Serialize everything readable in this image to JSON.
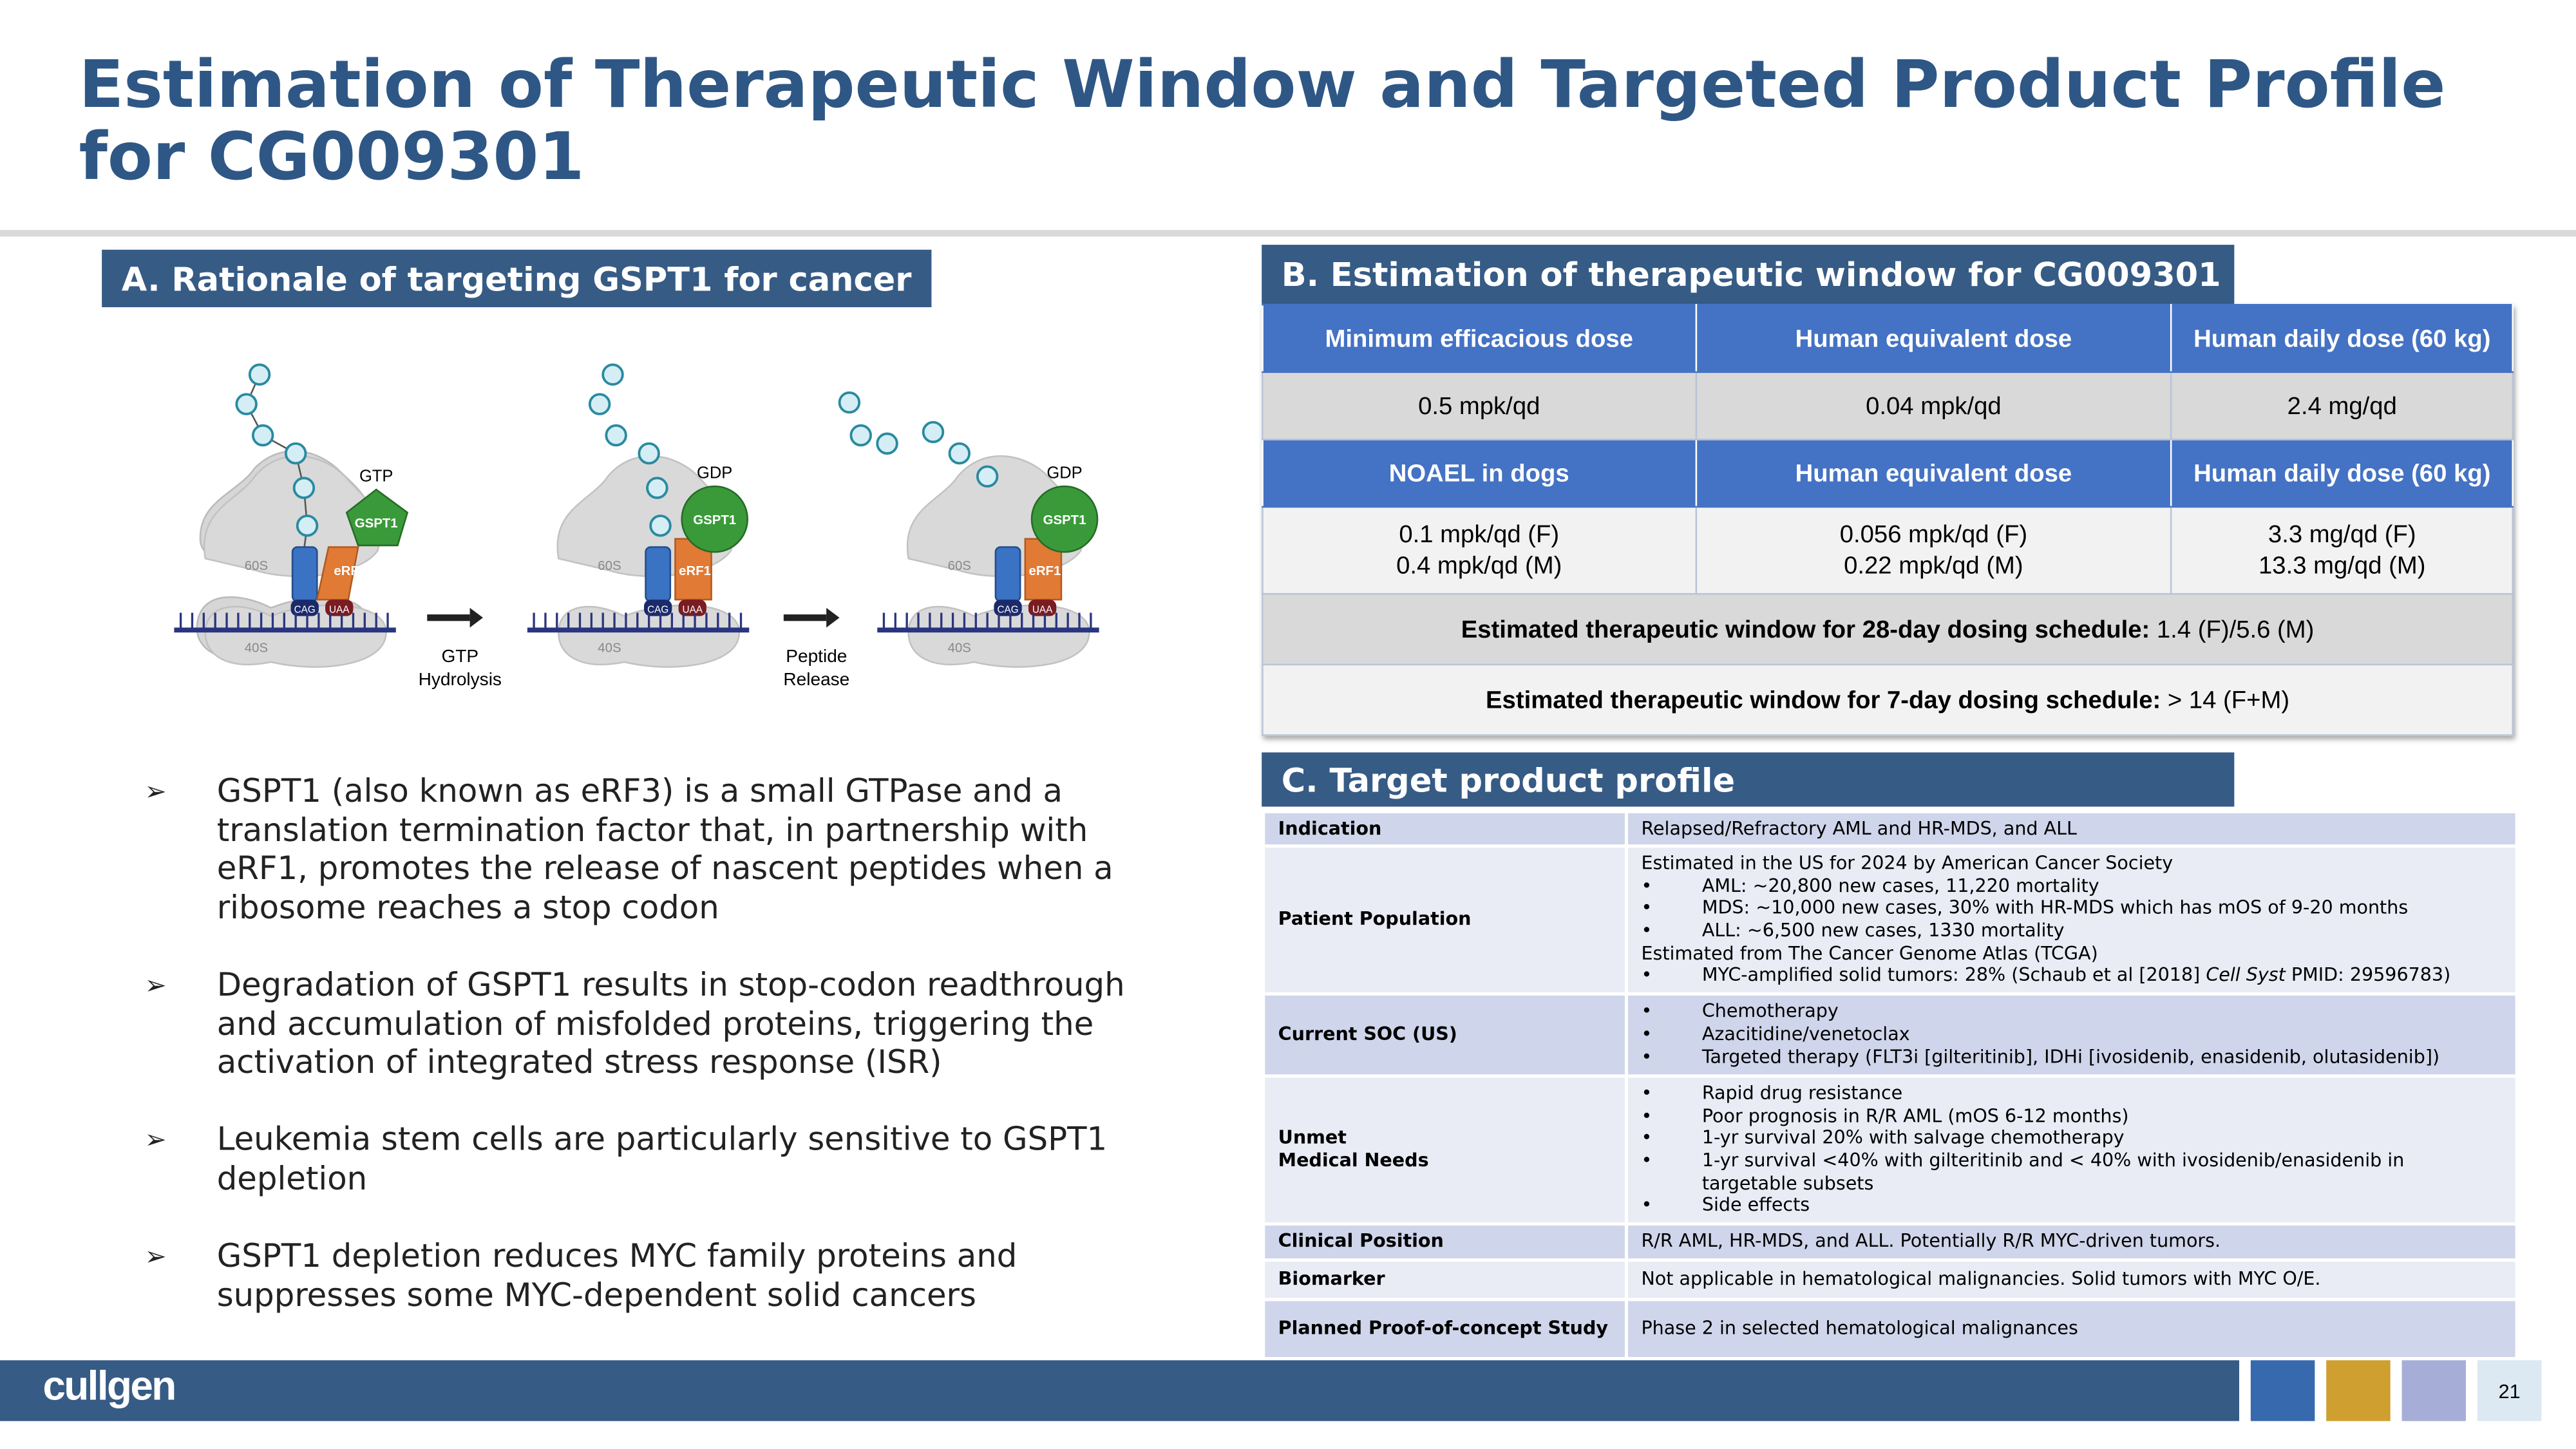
{
  "title": "Estimation of Therapeutic Window and Targeted Product Profile for CG009301",
  "section_a": {
    "header": "A. Rationale of targeting GSPT1 for cancer",
    "diagram": {
      "labels": {
        "gtp": "GTP",
        "gdp": "GDP",
        "gspt1": "GSPT1",
        "erf1": "eRF1",
        "s60": "60S",
        "s40": "40S",
        "cag": "CAG",
        "uaa": "UAA",
        "step1": [
          "GTP",
          "Hydrolysis"
        ],
        "step2": [
          "Peptide",
          "Release"
        ]
      }
    },
    "bullets": [
      "GSPT1 (also known as eRF3) is a small GTPase and a translation termination factor that, in partnership with eRF1, promotes the release of nascent peptides when a ribosome reaches a stop codon",
      "Degradation of GSPT1 results in stop-codon readthrough and accumulation of misfolded proteins, triggering the activation of integrated stress response (ISR)",
      "Leukemia stem cells are particularly sensitive to GSPT1 depletion",
      "GSPT1 depletion reduces MYC family proteins and suppresses some MYC-dependent solid cancers"
    ],
    "bullet_glyph": "➢"
  },
  "section_b": {
    "header": "B. Estimation of therapeutic window for CG009301",
    "header_row_1": [
      "Minimum efficacious dose",
      "Human equivalent dose",
      "Human daily dose (60 kg)"
    ],
    "row_1": [
      "0.5 mpk/qd",
      "0.04 mpk/qd",
      "2.4 mg/qd"
    ],
    "header_row_2": [
      "NOAEL in dogs",
      "Human equivalent dose",
      "Human daily dose (60 kg)"
    ],
    "row_2": [
      [
        "0.1 mpk/qd (F)",
        "0.4 mpk/qd (M)"
      ],
      [
        "0.056 mpk/qd (F)",
        "0.22 mpk/qd (M)"
      ],
      [
        "3.3 mg/qd (F)",
        "13.3 mg/qd (M)"
      ]
    ],
    "window_28_label": "Estimated therapeutic window for 28-day dosing schedule:",
    "window_28_value": " 1.4 (F)/5.6 (M)",
    "window_7_label": "Estimated therapeutic window for 7-day dosing schedule:",
    "window_7_value": " > 14 (F+M)"
  },
  "section_c": {
    "header": "C. Target product profile",
    "indication": {
      "key": "Indication",
      "value": "Relapsed/Refractory AML and HR-MDS, and ALL"
    },
    "patient_population": {
      "key": "Patient Population",
      "line1": "Estimated in the US for 2024 by American Cancer Society",
      "items1": [
        "AML: ~20,800 new cases, 11,220 mortality",
        "MDS: ~10,000 new cases, 30% with HR-MDS which has mOS of 9-20 months",
        "ALL: ~6,500 new cases, 1330 mortality"
      ],
      "line2": "Estimated from The Cancer Genome Atlas (TCGA)",
      "item2_pre": "MYC-amplified solid tumors: 28% (Schaub et al [2018] ",
      "item2_italic": "Cell Syst",
      "item2_post": " PMID: 29596783)"
    },
    "current_soc": {
      "key": "Current SOC (US)",
      "items": [
        "Chemotherapy",
        "Azacitidine/venetoclax",
        "Targeted therapy (FLT3i [gilteritinib], IDHi [ivosidenib, enasidenib, olutasidenib])"
      ]
    },
    "unmet": {
      "key1": "Unmet",
      "key2": "Medical Needs",
      "items": [
        "Rapid drug resistance",
        "Poor prognosis in R/R AML (mOS 6-12 months)",
        "1-yr survival 20% with salvage chemotherapy",
        "1-yr survival <40% with gilteritinib and < 40% with ivosidenib/enasidenib in targetable subsets",
        "Side effects"
      ]
    },
    "clinical_position": {
      "key": "Clinical Position",
      "value": "R/R AML, HR-MDS, and ALL. Potentially R/R MYC-driven tumors."
    },
    "biomarker": {
      "key": "Biomarker",
      "value": "Not applicable in hematological malignancies. Solid tumors with MYC O/E."
    },
    "poc": {
      "key": "Planned Proof-of-concept Study",
      "value": "Phase 2 in selected hematological malignances"
    },
    "bullet": "•"
  },
  "footer": {
    "logo": "cullgen",
    "page_number": "21",
    "colors": [
      "#3669ae",
      "#cf9f2f",
      "#a6aed8",
      "#dce8f2"
    ]
  }
}
